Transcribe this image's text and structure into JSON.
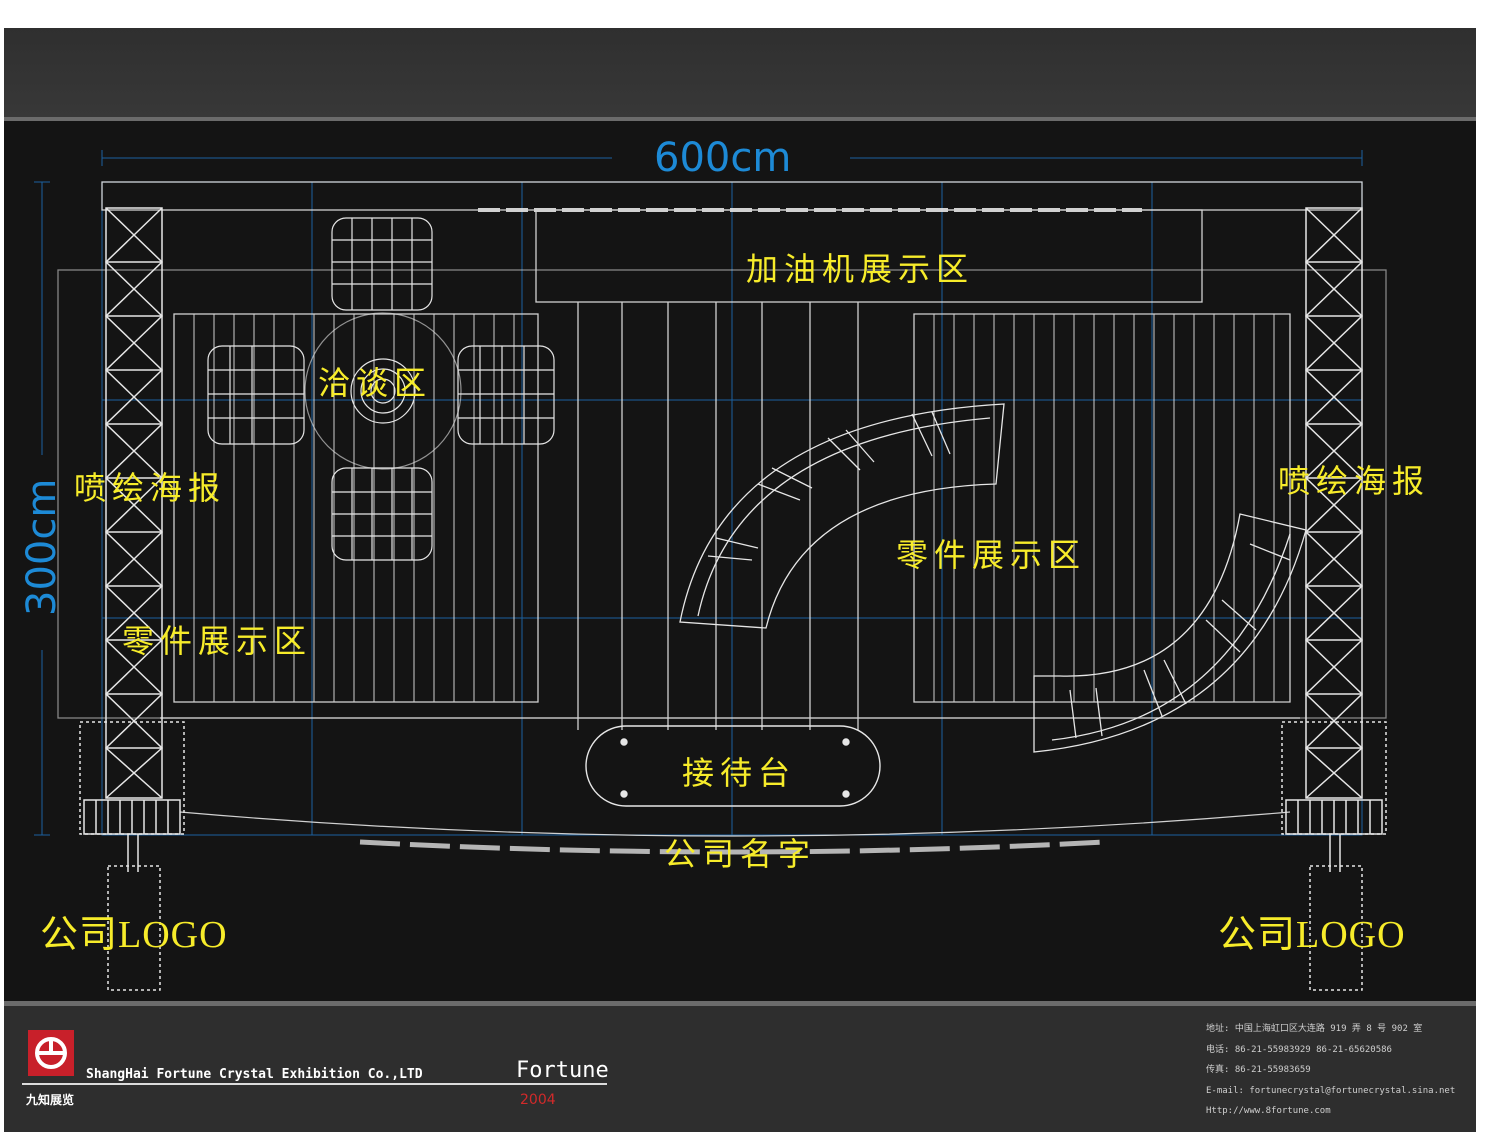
{
  "dimensions": {
    "width_label": "600cm",
    "height_label": "300cm"
  },
  "zones": {
    "fuel_dispenser_area": "加油机展示区",
    "negotiation_area": "洽谈区",
    "poster_left": "喷绘海报",
    "poster_right": "喷绘海报",
    "parts_area_right": "零件展示区",
    "parts_area_left": "零件展示区",
    "reception_desk": "接待台",
    "company_name": "公司名字",
    "company_logo_left": "公司LOGO",
    "company_logo_right": "公司LOGO"
  },
  "footer": {
    "logo_text": "九知展览",
    "company_name": "ShangHai Fortune Crystal Exhibition Co.,LTD",
    "brand": "Fortune",
    "year": "2004",
    "contact": [
      "地址: 中国上海虹口区大连路 919 弄 8 号 902 室",
      "电话: 86-21-55983929   86-21-65620586",
      "传真: 86-21-55983659",
      "E-mail: fortunecrystal@fortunecrystal.sina.net",
      "Http://www.8fortune.com"
    ]
  },
  "colors": {
    "drawing_lines": "#e6e6e6",
    "guide_lines": "#1d6fb8",
    "zone_labels": "#f7ec2a",
    "dimension_text": "#1d8ad6",
    "board_background": "#141414"
  }
}
